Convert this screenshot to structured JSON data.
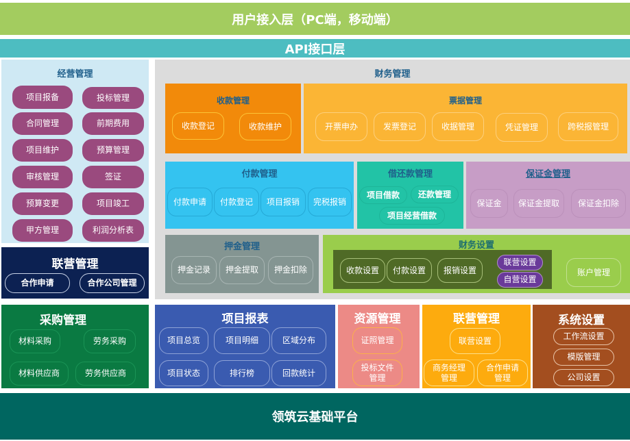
{
  "layers": {
    "user_access": {
      "label": "用户接入层（PC端，移动端）",
      "color": "#a3cc5f"
    },
    "api": {
      "label": "API接口层",
      "color": "#4dbdc1"
    },
    "platform": {
      "label": "领筑云基础平台",
      "color": "#006660"
    }
  },
  "business": {
    "title": "经营管理",
    "color": "#cfe9f4",
    "button_color": "#9a4a7e",
    "items": [
      "项目报备",
      "投标管理",
      "合同管理",
      "前期费用",
      "项目维护",
      "预算管理",
      "审核管理",
      "签证",
      "预算变更",
      "项目竣工",
      "甲方管理",
      "利润分析表"
    ]
  },
  "joint_left": {
    "title": "联营管理",
    "color": "#0c2152",
    "items": [
      "合作申请",
      "合作公司管理"
    ]
  },
  "finance": {
    "title": "财务管理",
    "color": "#dcdcdc",
    "receipt": {
      "title": "收款管理",
      "color": "#f28a0a",
      "items": [
        "收款登记",
        "收款维护"
      ]
    },
    "invoice": {
      "title": "票据管理",
      "color": "#fbb535",
      "items": [
        "开票申办",
        "发票登记",
        "收据管理",
        "凭证管理",
        "跨税报管理"
      ]
    },
    "payment": {
      "title": "付款管理",
      "color": "#34c3f0",
      "items": [
        "付款申请",
        "付款登记",
        "项目报销",
        "完税报销"
      ]
    },
    "loan": {
      "title": "借还款管理",
      "color": "#22c3a6",
      "items": [
        "项目借款",
        "还款管理",
        "项目经营借款"
      ]
    },
    "guarantee": {
      "title": "保证金管理",
      "color": "#c79dc6",
      "items": [
        "保证金",
        "保证金提取",
        "保证金扣除"
      ]
    },
    "deposit": {
      "title": "押金管理",
      "color": "#849592",
      "items": [
        "押金记录",
        "押金提取",
        "押金扣除"
      ]
    },
    "settings": {
      "title": "财务设置",
      "color": "#9acd4c",
      "inner_color": "#4f6a26",
      "items": [
        "收款设置",
        "付款设置",
        "报销设置"
      ],
      "purple_items": [
        "联营设置",
        "自营设置"
      ],
      "purple_color": "#6a3a9a",
      "account": "账户管理"
    }
  },
  "purchase": {
    "title": "采购管理",
    "color": "#0a7a42",
    "items": [
      "材料采购",
      "劳务采购",
      "材料供应商",
      "劳务供应商"
    ]
  },
  "report": {
    "title": "项目报表",
    "color": "#3a5bb0",
    "items": [
      "项目总览",
      "项目明细",
      "区域分布",
      "项目状态",
      "排行榜",
      "回款统计"
    ]
  },
  "resource": {
    "title": "资源管理",
    "color": "#ec8a86",
    "items": [
      "证照管理",
      "投标文件\n管理"
    ]
  },
  "joint_bottom": {
    "title": "联营管理",
    "color": "#fdab0e",
    "items": [
      "联营设置",
      "商务经理\n管理",
      "合作申请\n管理"
    ]
  },
  "system": {
    "title": "系统设置",
    "color": "#a34e1f",
    "items": [
      "工作流设置",
      "模版管理",
      "公司设置"
    ]
  }
}
